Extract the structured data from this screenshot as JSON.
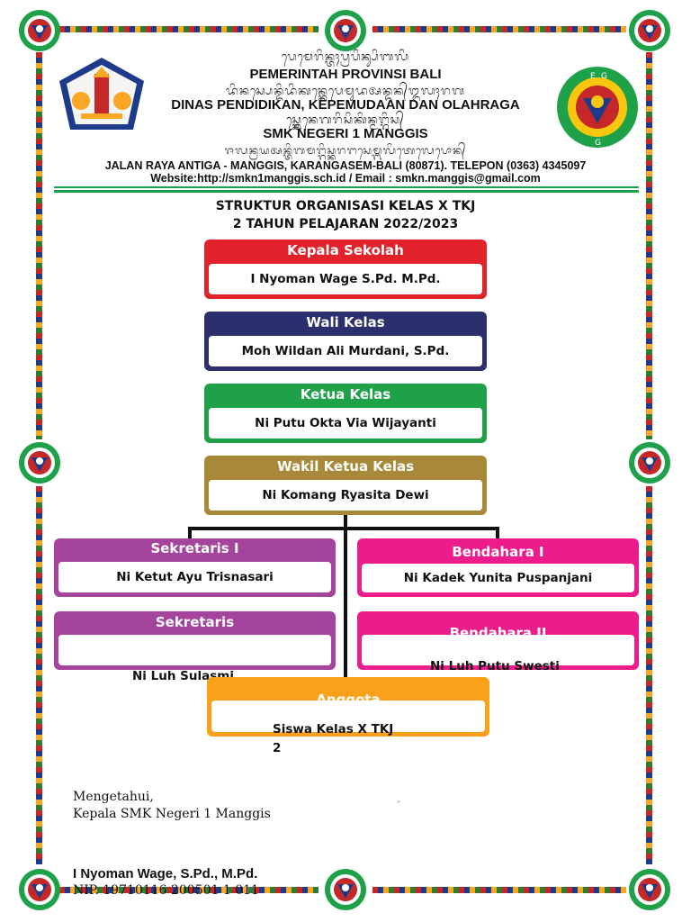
{
  "letterhead": {
    "bali_script_1": "ᬧᬾᬫᬾᬭᬶᬦ᭄ᬢᬄᬧ᭄ᬭᬧᬶᬦ᭄ᬲᬶᬩᬮᬶ",
    "gov": "PEMERINTAH PROVINSI BALI",
    "bali_script_2": "ᬤᬶᬦᬲ᭄ᬧᬾᬦ᭄ᬤᬶᬤᬶᬓᬦ᭄ᬓᬾᬧᬾᬫᬸᬤᬅᬦ᭄ᬤᬦ᭄ᬑᬮᬄᬭᬕ",
    "dinas": "DINAS  PENDIDIKAN, KEPEMUDAAN DAN OLAHRAGA",
    "bali_script_3": "ᬲ᭄ᬫ᭄ᬓᬾᬦᬾᬕᬭᬶᬲᬶᬓᬶᬦ᭄ᬫᬗ᭄ᬕᬶᬲ᭄",
    "school": "SMK NEGERI 1 MANGGIS",
    "bali_script_4": "ᬚᬮᬦ᭄ᬭᬬᬅᬦ᭄ᬢᬶᬕᬫᬗ᭄ᬕᬶᬲ᭄ᬓᬭᬗᬲᬾᬫ᭄ᬩᬮᬶᬢᬾᬮᬾᬧᭀᬦ᭄",
    "address": "JALAN RAYA ANTIGA - MANGGIS, KARANGASEM-BALI (80871). TELEPON (0363) 4345097",
    "website": "Website:http://smkn1manggis.sch.id / Email :  smkn.manggis@gmail.com",
    "logo_right_letters": [
      "E",
      "G",
      "G"
    ]
  },
  "title": {
    "line1": "STRUKTUR ORGANISASI KELAS X TKJ",
    "line2": "2 TAHUN PELAJARAN 2022/2023"
  },
  "org": {
    "kepala": {
      "role": "Kepala Sekolah",
      "name": "I Nyoman Wage S.Pd. M.Pd.",
      "color": "#e1222b"
    },
    "wali": {
      "role": "Wali Kelas",
      "name": "Moh Wildan Ali Murdani, S.Pd.",
      "color": "#2b2f6e"
    },
    "ketua": {
      "role": "Ketua Kelas",
      "name": "Ni Putu Okta Via Wijayanti",
      "color": "#1fa14a"
    },
    "wakil": {
      "role": "Wakil Ketua Kelas",
      "name": "Ni Komang Ryasita Dewi",
      "color": "#a8893a"
    },
    "sekretaris1": {
      "role": "Sekretaris I",
      "name": "Ni Ketut Ayu Trisnasari",
      "color": "#a4449c"
    },
    "bendahara1": {
      "role": "Bendahara I",
      "name": "Ni Kadek Yunita Puspanjani",
      "color": "#ec1c8c"
    },
    "sekretaris2": {
      "role": "Sekretaris",
      "name": "Ni Luh Sulasmi",
      "color": "#a4449c"
    },
    "bendahara2": {
      "role": "Bendahara II",
      "name": "Ni Luh Putu Swesti",
      "color": "#ec1c8c"
    },
    "anggota": {
      "role": "Anggota",
      "name_line1": "Siswa Kelas X TKJ",
      "name_line2": "2",
      "color": "#f9a11b"
    }
  },
  "signature": {
    "known": "Mengetahui,",
    "position": "Kepala SMK Negeri 1 Manggis",
    "stray_mark": "\"",
    "name": "I Nyoman Wage, S.Pd., M.Pd.",
    "nip": "NIP. 19710116 200501 1 011"
  }
}
